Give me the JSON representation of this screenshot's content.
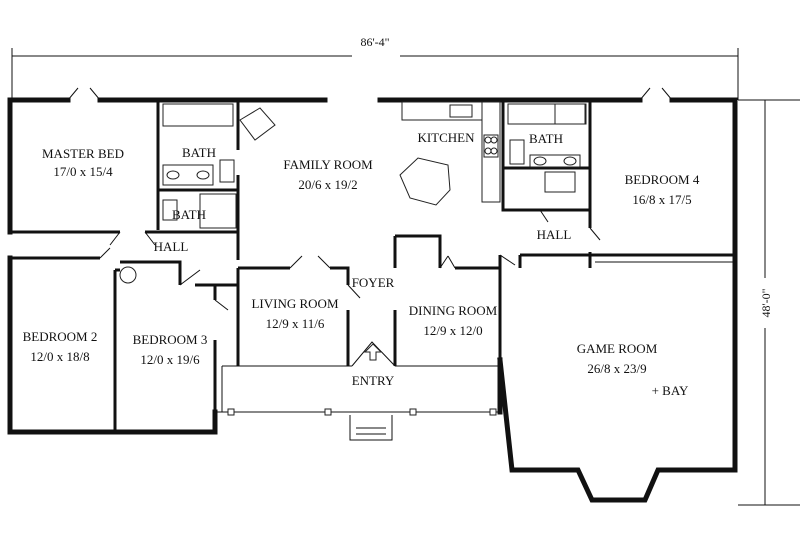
{
  "dimensions": {
    "overall_width": "86'-4\"",
    "overall_depth": "48'-0\""
  },
  "rooms": {
    "master_bed": {
      "name": "MASTER BED",
      "size": "17/0 x 15/4"
    },
    "bath_master": {
      "name": "BATH"
    },
    "bath_hall": {
      "name": "BATH"
    },
    "hall_left": {
      "name": "HALL"
    },
    "family_room": {
      "name": "FAMILY ROOM",
      "size": "20/6 x 19/2"
    },
    "kitchen": {
      "name": "KITCHEN"
    },
    "bath_right": {
      "name": "BATH"
    },
    "bedroom_4": {
      "name": "BEDROOM 4",
      "size": "16/8 x 17/5"
    },
    "hall_right": {
      "name": "HALL"
    },
    "foyer": {
      "name": "FOYER"
    },
    "living_room": {
      "name": "LIVING ROOM",
      "size": "12/9 x 11/6"
    },
    "dining_room": {
      "name": "DINING ROOM",
      "size": "12/9 x 12/0"
    },
    "bedroom_2": {
      "name": "BEDROOM 2",
      "size": "12/0 x 18/8"
    },
    "bedroom_3": {
      "name": "BEDROOM 3",
      "size": "12/0 x 19/6"
    },
    "game_room": {
      "name": "GAME ROOM",
      "size": "26/8 x 23/9",
      "note": "+ BAY"
    },
    "entry": {
      "name": "ENTRY"
    }
  }
}
